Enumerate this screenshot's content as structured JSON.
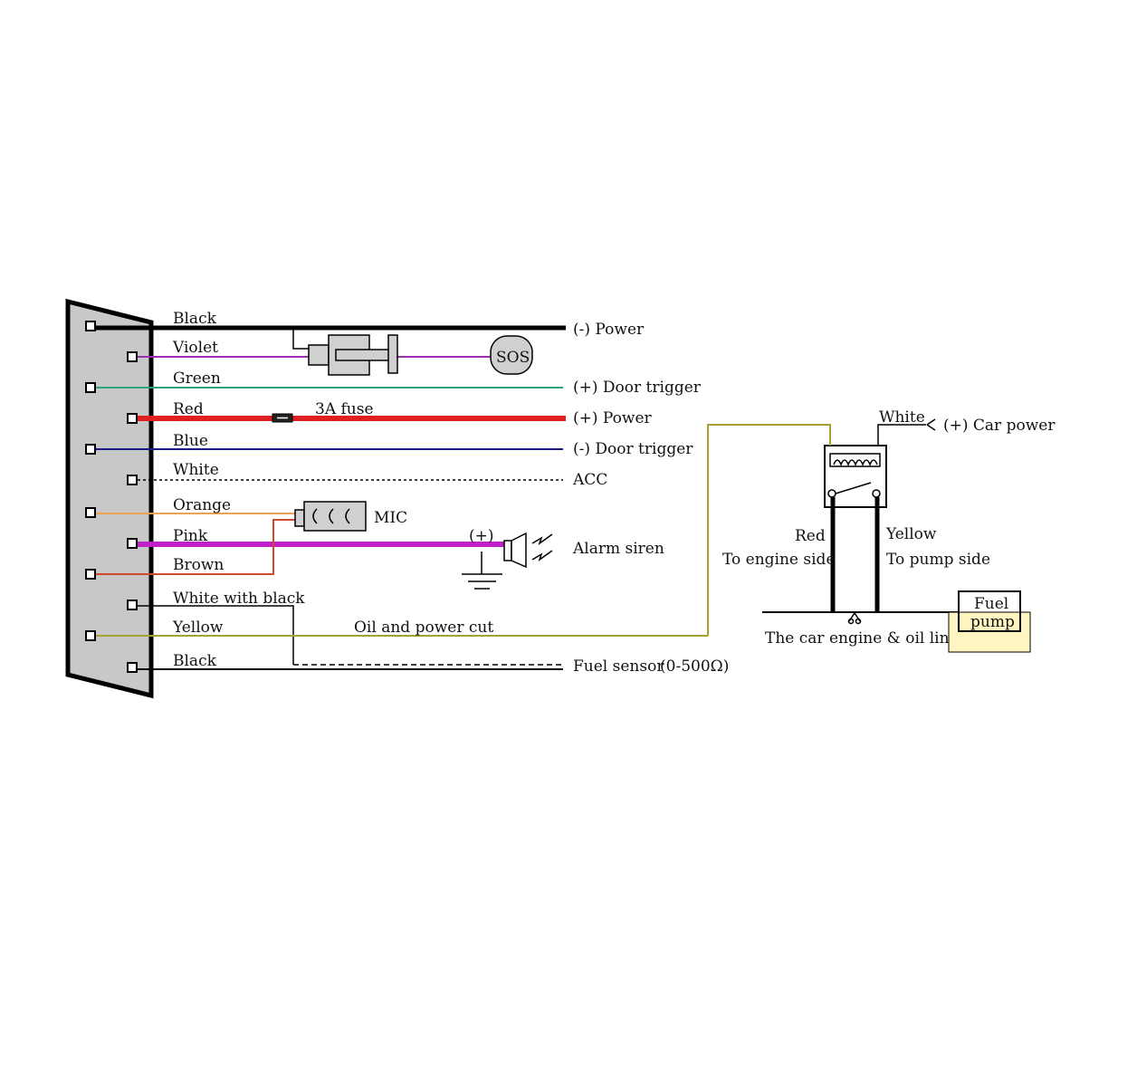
{
  "wires": [
    {
      "label": "Black",
      "color": "#000000"
    },
    {
      "label": "Violet",
      "color": "#9b2fb0"
    },
    {
      "label": "Green",
      "color": "#2aa67a"
    },
    {
      "label": "Red",
      "color": "#e02020"
    },
    {
      "label": "Blue",
      "color": "#1a1a8c"
    },
    {
      "label": "White",
      "color": "#000000"
    },
    {
      "label": "Orange",
      "color": "#f0a050"
    },
    {
      "label": "Pink",
      "color": "#c020c8"
    },
    {
      "label": "Brown",
      "color": "#d04a2a"
    },
    {
      "label": "White with black",
      "color": "#000000"
    },
    {
      "label": "Yellow",
      "color": "#a8a030"
    },
    {
      "label": "Black",
      "color": "#000000"
    }
  ],
  "terminals": {
    "power_neg": "(-) Power",
    "door_trigger_pos": "(+) Door trigger",
    "power_pos": "(+) Power",
    "door_trigger_neg": "(-) Door trigger",
    "acc": "ACC",
    "alarm_siren": "Alarm siren",
    "fuel_sensor": "Fuel sensor",
    "fuel_sensor_range": "(0-500Ω)"
  },
  "components": {
    "sos": "SOS",
    "fuse": "3A fuse",
    "mic": "MIC",
    "siren_polarity": "(+)",
    "oil_cut": "Oil and power cut"
  },
  "relay": {
    "white_label": "White",
    "car_power": "(+) Car power",
    "red_label": "Red",
    "engine_side": "To engine side",
    "yellow_label": "Yellow",
    "pump_side": "To pump side",
    "line_label": "The car engine & oil line",
    "fuel_pump_line1": "Fuel",
    "fuel_pump_line2": "pump"
  },
  "colors": {
    "housing": "#c8c8c8",
    "fuel_pump_fill": "#fff5c0",
    "sos_fill": "#d0d0d0"
  }
}
